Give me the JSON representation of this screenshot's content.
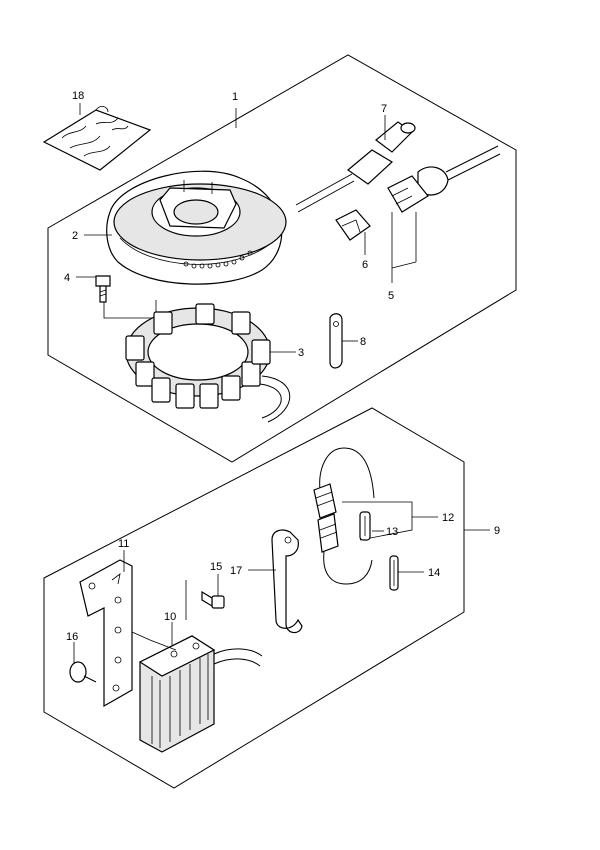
{
  "diagram": {
    "background": "#ffffff",
    "line_color": "#000000",
    "callouts": {
      "c1": "1",
      "c2": "2",
      "c3": "3",
      "c4": "4",
      "c5": "5",
      "c6": "6",
      "c7": "7",
      "c8": "8",
      "c9": "9",
      "c10": "10",
      "c11": "11",
      "c12": "12",
      "c13": "13",
      "c14": "14",
      "c15": "15",
      "c16": "16",
      "c17": "17",
      "c18": "18"
    },
    "parts": [
      {
        "callout": "1",
        "icon": "upper-assembly-frame"
      },
      {
        "callout": "2",
        "icon": "flywheel-rotor-icon"
      },
      {
        "callout": "3",
        "icon": "stator-coil-icon"
      },
      {
        "callout": "4",
        "icon": "bolt-icon"
      },
      {
        "callout": "5",
        "icon": "connector-assembly-icon"
      },
      {
        "callout": "6",
        "icon": "connector-icon"
      },
      {
        "callout": "7",
        "icon": "wire-plug-icon"
      },
      {
        "callout": "8",
        "icon": "clamp-icon"
      },
      {
        "callout": "9",
        "icon": "lower-assembly-frame"
      },
      {
        "callout": "10",
        "icon": "rectifier-icon"
      },
      {
        "callout": "11",
        "icon": "bracket-icon"
      },
      {
        "callout": "12",
        "icon": "fuse-holder-icon"
      },
      {
        "callout": "13",
        "icon": "fuse-icon"
      },
      {
        "callout": "14",
        "icon": "small-fuse-icon"
      },
      {
        "callout": "15",
        "icon": "bolt-icon"
      },
      {
        "callout": "16",
        "icon": "stud-icon"
      },
      {
        "callout": "17",
        "icon": "band-clamp-icon"
      },
      {
        "callout": "18",
        "icon": "instruction-sheet-icon"
      }
    ]
  }
}
